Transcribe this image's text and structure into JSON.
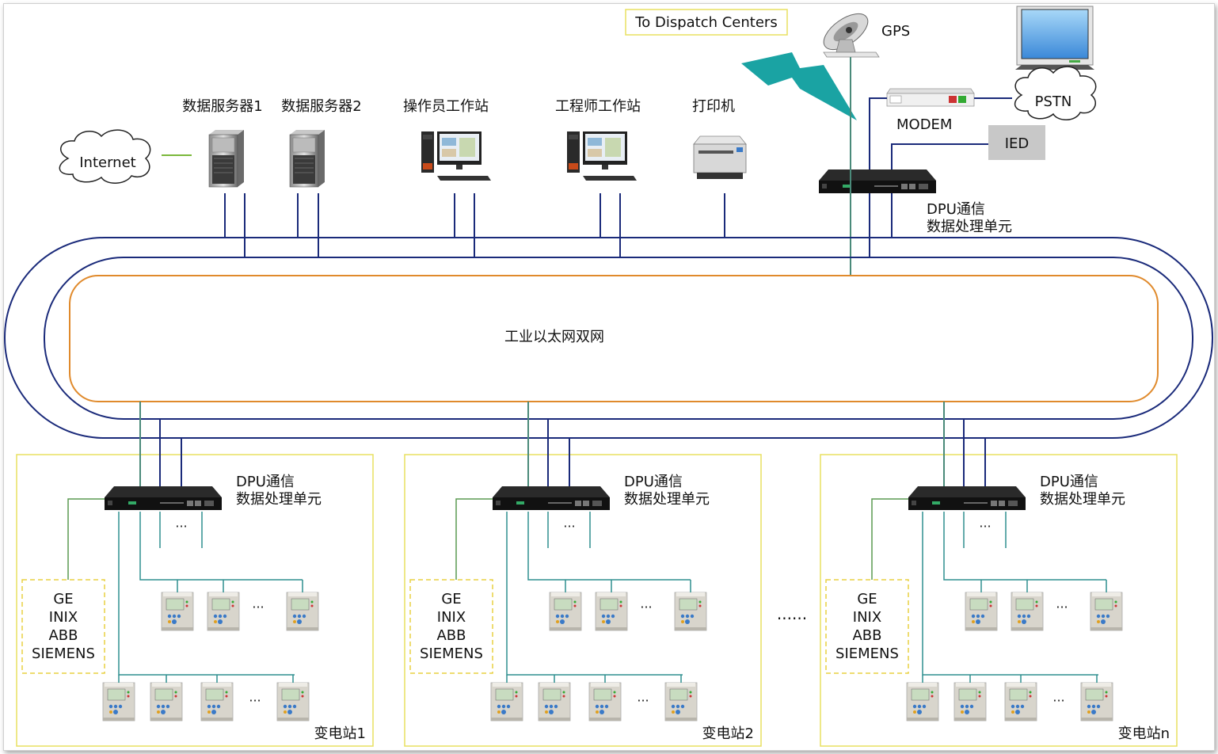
{
  "top": {
    "dispatch": "To Dispatch Centers",
    "gps": "GPS",
    "modem": "MODEM",
    "pstn": "PSTN",
    "ied": "IED",
    "internet": "Internet",
    "devices": [
      "数据服务器1",
      "数据服务器2",
      "操作员工作站",
      "工程师工作站",
      "打印机"
    ],
    "dpu_line1": "DPU通信",
    "dpu_line2": "数据处理单元"
  },
  "ring_label": "工业以太网双网",
  "stations": [
    {
      "name": "变电站1",
      "vendors": [
        "GE",
        "INIX",
        "ABB",
        "SIEMENS"
      ],
      "dpu_line1": "DPU通信",
      "dpu_line2": "数据处理单元",
      "ellipsis": "···",
      "row_ellipsis": "···"
    },
    {
      "name": "变电站2",
      "vendors": [
        "GE",
        "INIX",
        "ABB",
        "SIEMENS"
      ],
      "dpu_line1": "DPU通信",
      "dpu_line2": "数据处理单元",
      "ellipsis": "···",
      "row_ellipsis": "···"
    },
    {
      "name": "变电站n",
      "vendors": [
        "GE",
        "INIX",
        "ABB",
        "SIEMENS"
      ],
      "dpu_line1": "DPU通信",
      "dpu_line2": "数据处理单元",
      "ellipsis": "···",
      "row_ellipsis": "···"
    }
  ],
  "between_ellipsis": "······",
  "colors": {
    "ring_blue": "#1a2a7a",
    "ring_orange": "#e08a2c",
    "green_line": "#5a9a50",
    "teal": "#2f8f8f",
    "station_border": "#e8e060",
    "bolt": "#1aa3a3"
  }
}
